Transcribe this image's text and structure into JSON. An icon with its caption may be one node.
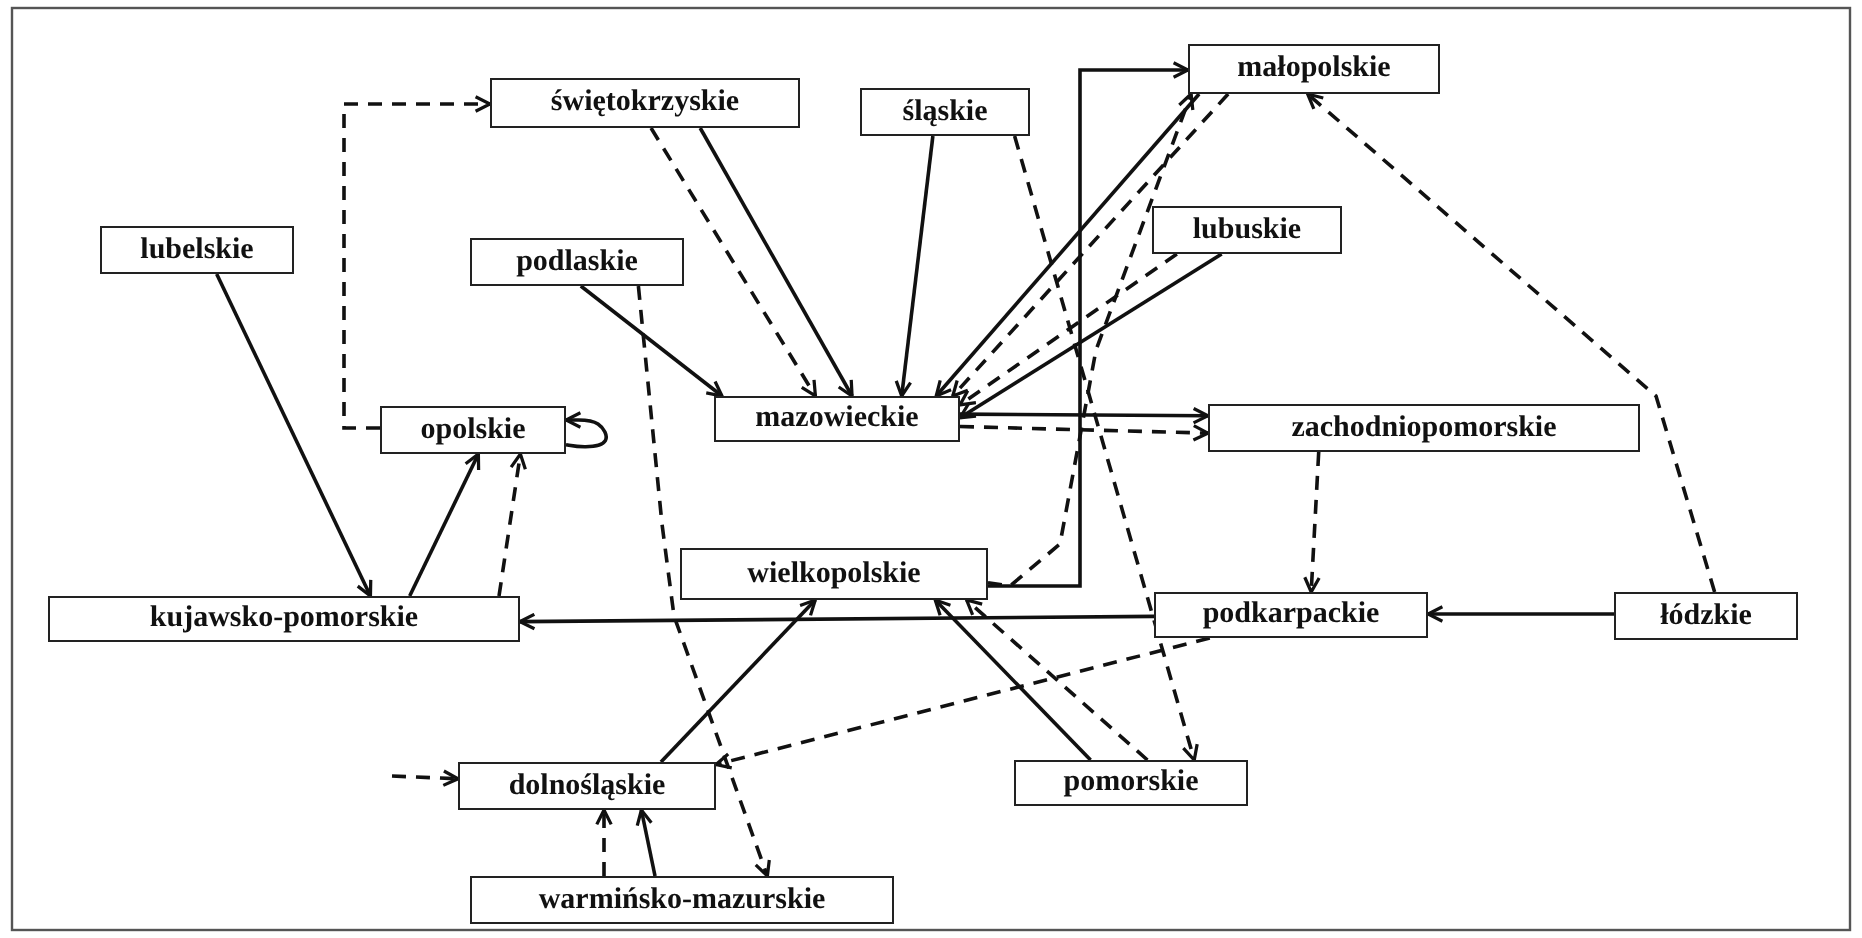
{
  "diagram": {
    "nodes": [
      {
        "text": [
          "małopolskie"
        ]
      },
      {
        "text": [
          "świętokrzyskie"
        ]
      },
      {
        "text": [
          "śląskie"
        ]
      },
      {
        "text": [
          "lubelskie"
        ]
      },
      {
        "text": [
          "podlaskie"
        ]
      },
      {
        "text": [
          "lubuskie"
        ]
      },
      {
        "text": [
          "mazowieckie"
        ]
      },
      {
        "text": [
          "opolskie"
        ]
      },
      {
        "text": [
          "zachodniopomorskie"
        ]
      },
      {
        "text": [
          "wielkopolskie"
        ]
      },
      {
        "text": [
          "kujawsko-pomorskie"
        ]
      },
      {
        "text": [
          "podkarpackie"
        ]
      },
      {
        "text": [
          "łódzkie"
        ]
      },
      {
        "text": [
          "pomorskie"
        ]
      },
      {
        "text": [
          "dolnośląskie"
        ]
      },
      {
        "text": [
          "warmińsko-mazurskie"
        ]
      }
    ],
    "edges": [
      {
        "from": 7,
        "to": 1,
        "arrow": "to",
        "style": "dashed"
      },
      {
        "from": 1,
        "to": 6,
        "arrow": "to"
      },
      {
        "from": 1,
        "to": 6,
        "arrow": "to",
        "style": "dashed"
      },
      {
        "from": 2,
        "to": 6,
        "arrow": "to"
      },
      {
        "from": 2,
        "to": 13,
        "arrow": "to",
        "style": "dashed"
      },
      {
        "from": 0,
        "to": 6,
        "arrow": "to"
      },
      {
        "from": 0,
        "to": 6,
        "arrow": "to",
        "style": "dashed"
      },
      {
        "from": 9,
        "to": 0,
        "arrow": "to",
        "style": "dashed"
      },
      {
        "from": 9,
        "to": 0,
        "arrow": "to"
      },
      {
        "from": 5,
        "to": 6,
        "arrow": "to"
      },
      {
        "from": 5,
        "to": 6,
        "arrow": "to",
        "style": "dashed"
      },
      {
        "from": 6,
        "to": 8,
        "arrow": "to"
      },
      {
        "from": 6,
        "to": 8,
        "arrow": "to",
        "style": "dashed"
      },
      {
        "from": 4,
        "to": 6,
        "arrow": "to"
      },
      {
        "from": 4,
        "to": 15,
        "arrow": "to",
        "style": "dashed"
      },
      {
        "from": 3,
        "to": 10,
        "arrow": "to"
      },
      {
        "from": 10,
        "to": 7,
        "arrow": "to"
      },
      {
        "from": 10,
        "to": 7,
        "arrow": "to",
        "style": "dashed"
      },
      {
        "from": 7,
        "to": 7,
        "arrow": "to"
      },
      {
        "from": 11,
        "to": 10,
        "arrow": "to"
      },
      {
        "from": 12,
        "to": 11,
        "arrow": "to"
      },
      {
        "from": 12,
        "to": 0,
        "arrow": "to",
        "style": "dashed"
      },
      {
        "from": 8,
        "to": 11,
        "arrow": "to",
        "style": "dashed"
      },
      {
        "from": 11,
        "to": 14,
        "arrow": "to",
        "style": "dashed"
      },
      {
        "from": 14,
        "to": 9,
        "arrow": "to"
      },
      {
        "from": 13,
        "to": 9,
        "arrow": "to"
      },
      {
        "from": 13,
        "to": 9,
        "arrow": "to",
        "style": "dashed"
      },
      {
        "from": null,
        "to": 14,
        "arrow": "to",
        "style": "dashed"
      },
      {
        "from": 15,
        "to": 14,
        "arrow": "to"
      },
      {
        "from": 15,
        "to": 14,
        "arrow": "to",
        "style": "dashed"
      }
    ]
  }
}
